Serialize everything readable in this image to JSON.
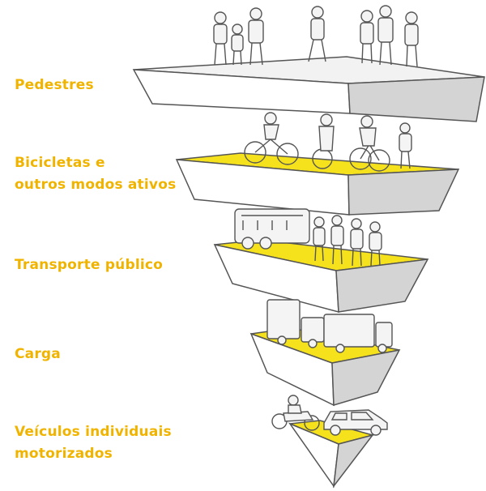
{
  "levels": [
    {
      "key": "pedestrians",
      "lines": [
        "Pedestres"
      ]
    },
    {
      "key": "bicycles",
      "lines": [
        "Bicicletas e",
        "outros modos ativos"
      ]
    },
    {
      "key": "public-transport",
      "lines": [
        "Transporte público"
      ]
    },
    {
      "key": "cargo",
      "lines": [
        "Carga"
      ]
    },
    {
      "key": "private-vehicles",
      "lines": [
        "Veículos individuais",
        "motorizados"
      ]
    }
  ],
  "colors": {
    "label": "#f0b400",
    "accent_surface": "#f5e21c",
    "slab_top": "#f2f2f2",
    "slab_front": "#ffffff",
    "slab_side": "#d4d4d4",
    "stroke": "#555555"
  }
}
